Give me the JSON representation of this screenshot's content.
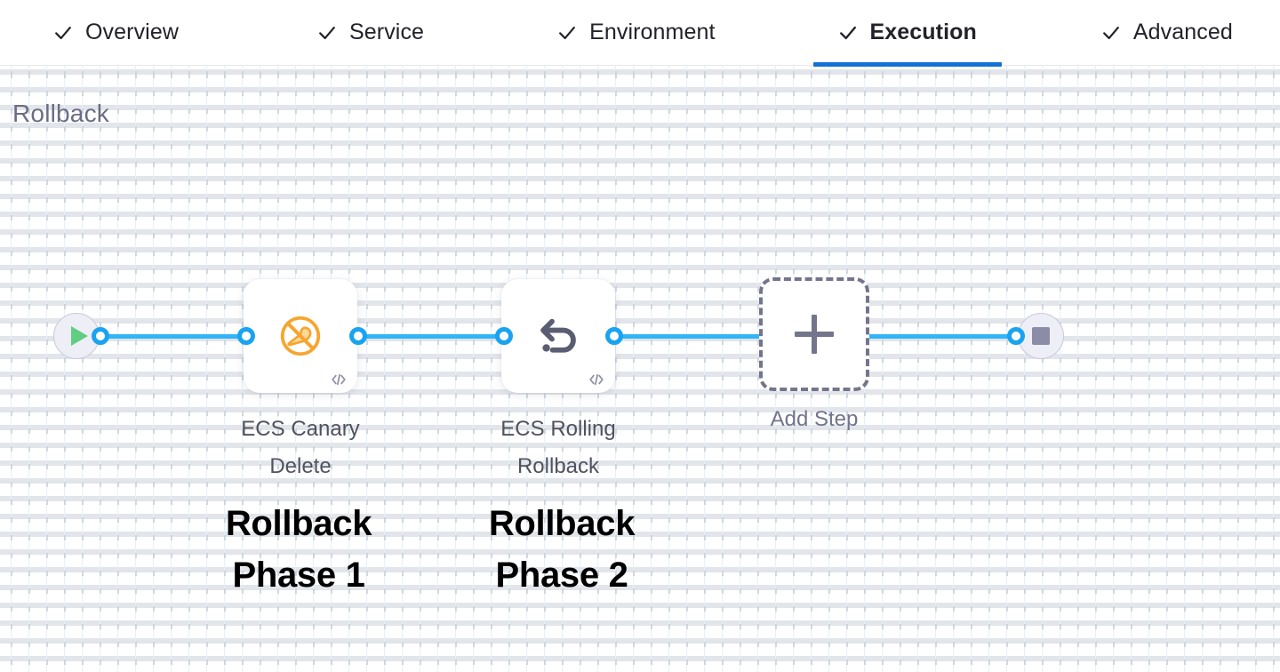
{
  "tabs": [
    {
      "label": "Overview",
      "icon": "check-icon",
      "active": false
    },
    {
      "label": "Service",
      "icon": "check-icon",
      "active": false
    },
    {
      "label": "Environment",
      "icon": "check-icon",
      "active": false
    },
    {
      "label": "Execution",
      "icon": "check-icon",
      "active": true
    },
    {
      "label": "Advanced",
      "icon": "check-icon",
      "active": false
    }
  ],
  "canvas": {
    "title": "Rollback",
    "grid": "dotted-grid"
  },
  "flow": {
    "start_node": {
      "icon": "play-icon",
      "name": "pipeline-start"
    },
    "end_node": {
      "icon": "stop-icon",
      "name": "pipeline-end"
    },
    "steps": [
      {
        "label_line1": "ECS Canary",
        "label_line2": "Delete",
        "icon": "ecs-canary-delete-icon",
        "badge": "code-icon"
      },
      {
        "label_line1": "ECS Rolling",
        "label_line2": "Rollback",
        "icon": "rollback-arrow-icon",
        "badge": "code-icon"
      }
    ],
    "add_step": {
      "label": "Add Step",
      "icon": "plus-icon"
    }
  },
  "annotations": [
    {
      "line1": "Rollback",
      "line2": "Phase 1"
    },
    {
      "line1": "Rollback",
      "line2": "Phase 2"
    }
  ],
  "colors": {
    "accent_blue": "#1471d4",
    "connector_blue": "#31b5f8",
    "port_blue": "#1aa3f0",
    "canary_orange": "#f7a23b",
    "rollback_gray": "#5b5d72",
    "start_green": "#5fce80",
    "end_gray": "#8b8da6",
    "title_gray": "#6b6d85",
    "dashed_gray": "#74758c"
  }
}
